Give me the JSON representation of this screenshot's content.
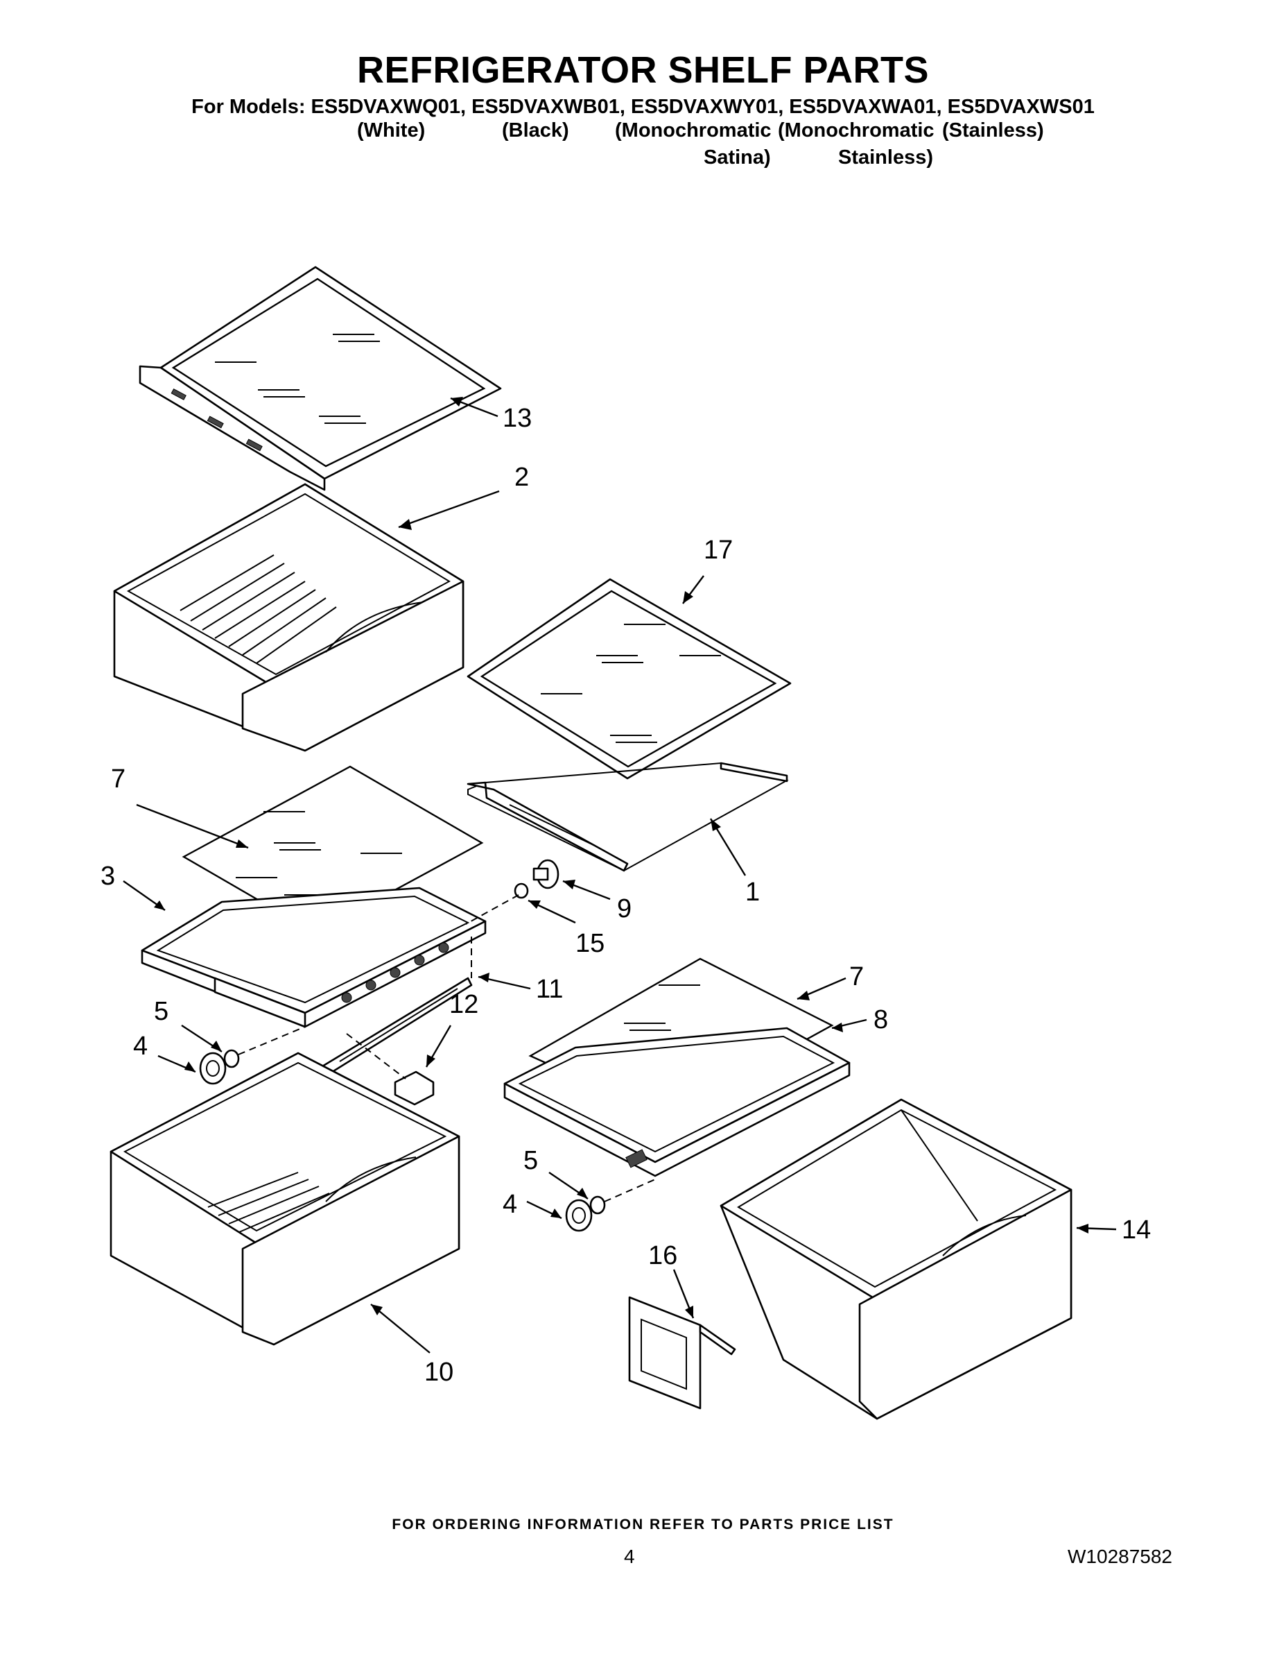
{
  "header": {
    "title": "REFRIGERATOR SHELF PARTS",
    "models_line": "For Models: ES5DVAXWQ01, ES5DVAXWB01, ES5DVAXWY01, ES5DVAXWA01, ES5DVAXWS01",
    "variants": [
      {
        "line1": "(White)",
        "line2": ""
      },
      {
        "line1": "(Black)",
        "line2": ""
      },
      {
        "line1": "(Monochromatic",
        "line2": "Satina)"
      },
      {
        "line1": "(Monochromatic",
        "line2": "Stainless)"
      },
      {
        "line1": "(Stainless)",
        "line2": ""
      }
    ]
  },
  "callouts": [
    "13",
    "2",
    "17",
    "7",
    "1",
    "3",
    "9",
    "15",
    "11",
    "5",
    "4",
    "12",
    "7",
    "8",
    "5",
    "4",
    "16",
    "14",
    "10"
  ],
  "footer": {
    "ordering_note": "FOR ORDERING INFORMATION REFER TO PARTS PRICE LIST",
    "page_number": "4",
    "doc_number": "W10287582"
  }
}
